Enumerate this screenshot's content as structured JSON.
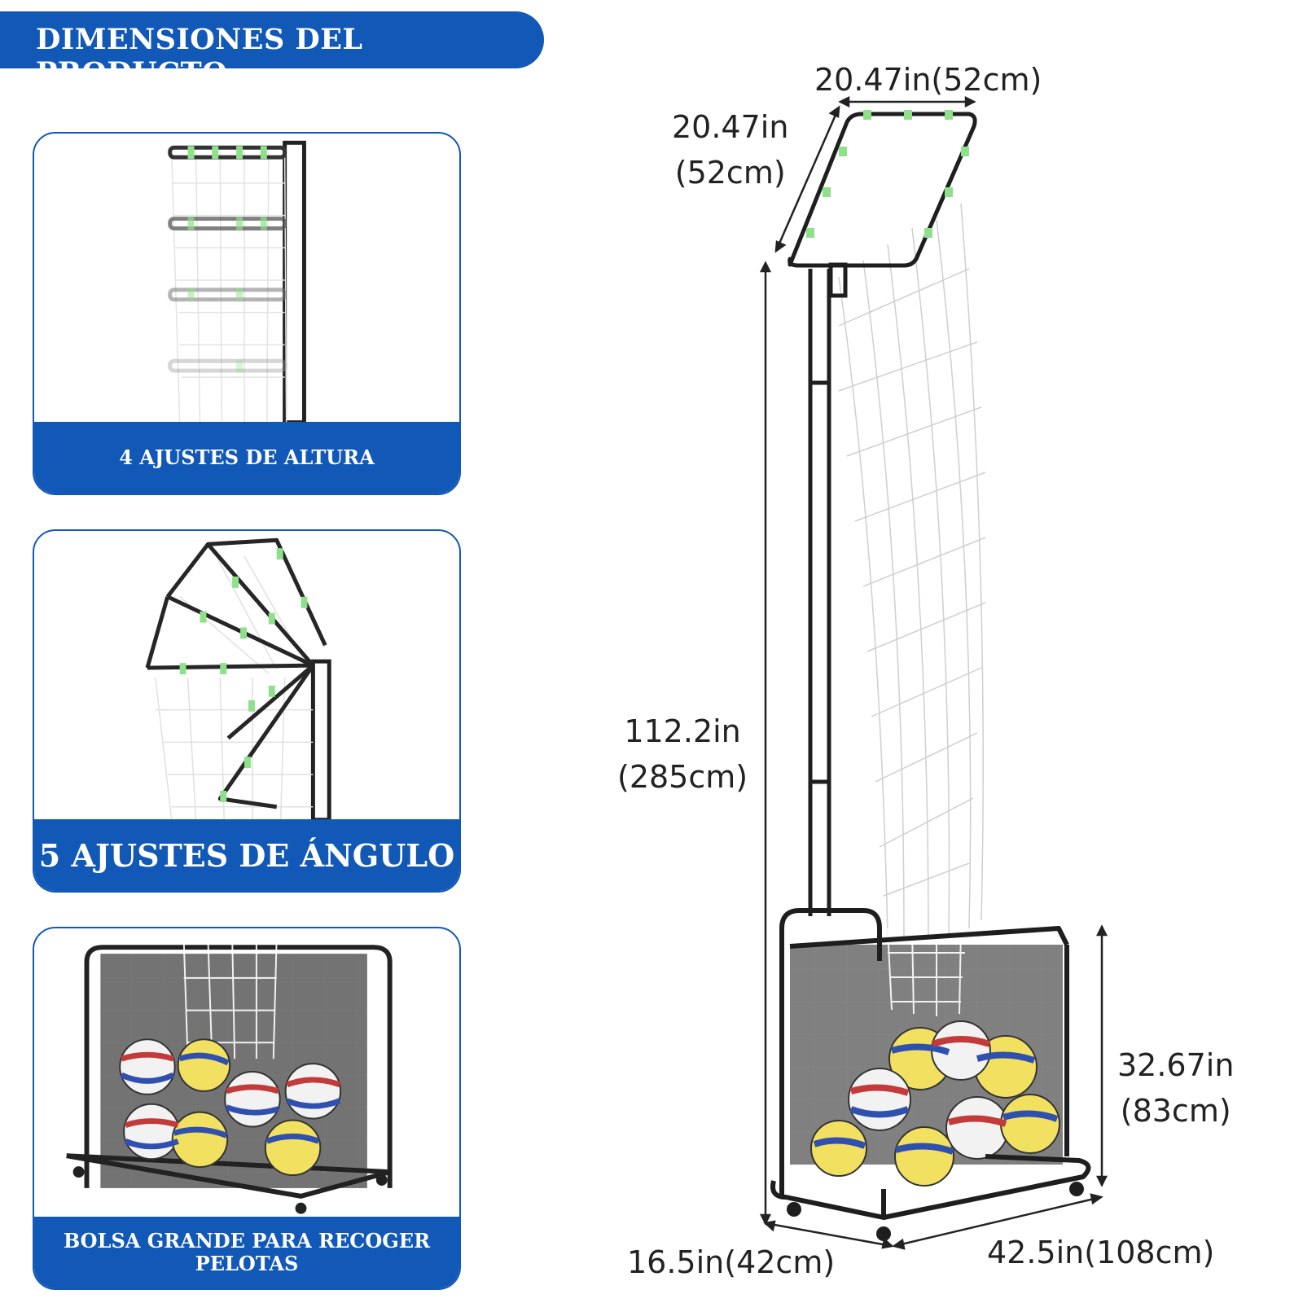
{
  "header": {
    "title": "DIMENSIONES DEL PRODUCTO"
  },
  "cards": [
    {
      "label": "4 AJUSTES DE ALTURA"
    },
    {
      "label": "5 AJUSTES DE ÁNGULO"
    },
    {
      "label_line1": "BOLSA GRANDE PARA RECOGER",
      "label_line2": "PELOTAS"
    }
  ],
  "dimensions": {
    "top_width": "20.47in(52cm)",
    "top_depth_in": "20.47in",
    "top_depth_cm": "(52cm)",
    "height_in": "112.2in",
    "height_cm": "(285cm)",
    "basket_height_in": "32.67in",
    "basket_height_cm": "(83cm)",
    "base_depth": "16.5in(42cm)",
    "base_width": "42.5in(108cm)"
  },
  "colors": {
    "brand": "#1258b6",
    "frame": "#1e1e1e",
    "clip": "#8fe08a",
    "mesh": "#5a5a5a"
  }
}
